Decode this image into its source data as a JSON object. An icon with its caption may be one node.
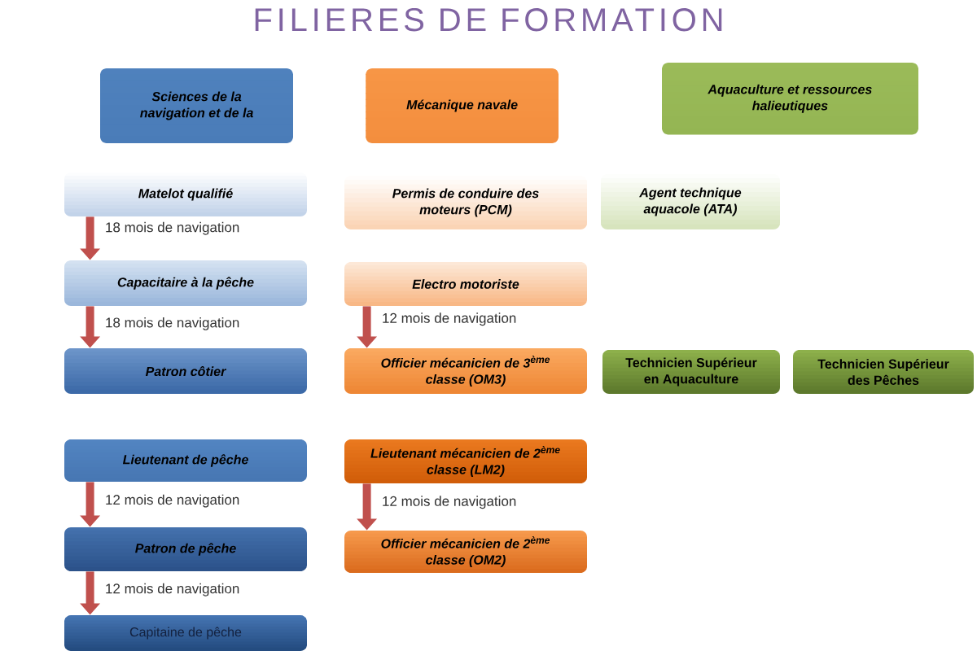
{
  "diagram": {
    "title": "FILIERES DE FORMATION",
    "nodes": [
      {
        "text": [
          "Sciences de la navigation et de la"
        ]
      },
      {
        "text": [
          "Mécanique navale"
        ]
      },
      {
        "text": [
          "Aquaculture et ressources halieutiques"
        ]
      },
      {
        "text": [
          "Matelot qualifié"
        ]
      },
      {
        "text": [
          "Permis de conduire des moteurs (PCM)"
        ]
      },
      {
        "text": [
          "Agent technique aquacole (ATA)"
        ]
      },
      {
        "text": [
          "Capacitaire à la pêche"
        ]
      },
      {
        "text": [
          "Electro motoriste"
        ]
      },
      {
        "text": [
          "Patron côtier"
        ]
      },
      {
        "text": [
          "Officier mécanicien de 3$^{ème}$ classe (OM3)"
        ]
      },
      {
        "text": [
          "Technicien Supérieur en Aquaculture"
        ]
      },
      {
        "text": [
          "Technicien Supérieur des Pêches"
        ]
      },
      {
        "text": [
          "Lieutenant de pêche"
        ]
      },
      {
        "text": [
          "Lieutenant mécanicien de 2$^{ème}$ classe (LM2)"
        ]
      },
      {
        "text": [
          "Patron de pêche"
        ]
      },
      {
        "text": [
          "Officier mécanicien de 2$^{ème}$ classe (OM2)"
        ]
      },
      {
        "text": [
          "Capitaine de pêche"
        ]
      }
    ],
    "edges": [
      {
        "from": 3,
        "to": 6,
        "arrow": "to",
        "label": "18 mois de navigation"
      },
      {
        "from": 6,
        "to": 8,
        "arrow": "to",
        "label": "18 mois de navigation"
      },
      {
        "from": 7,
        "to": 9,
        "arrow": "to",
        "label": "12 mois de navigation"
      },
      {
        "from": 12,
        "to": 14,
        "arrow": "to",
        "label": "12 mois de navigation"
      },
      {
        "from": 14,
        "to": 16,
        "arrow": "to",
        "label": "12 mois de navigation"
      },
      {
        "from": 13,
        "to": 15,
        "arrow": "to",
        "label": "12 mois de navigation"
      }
    ]
  }
}
